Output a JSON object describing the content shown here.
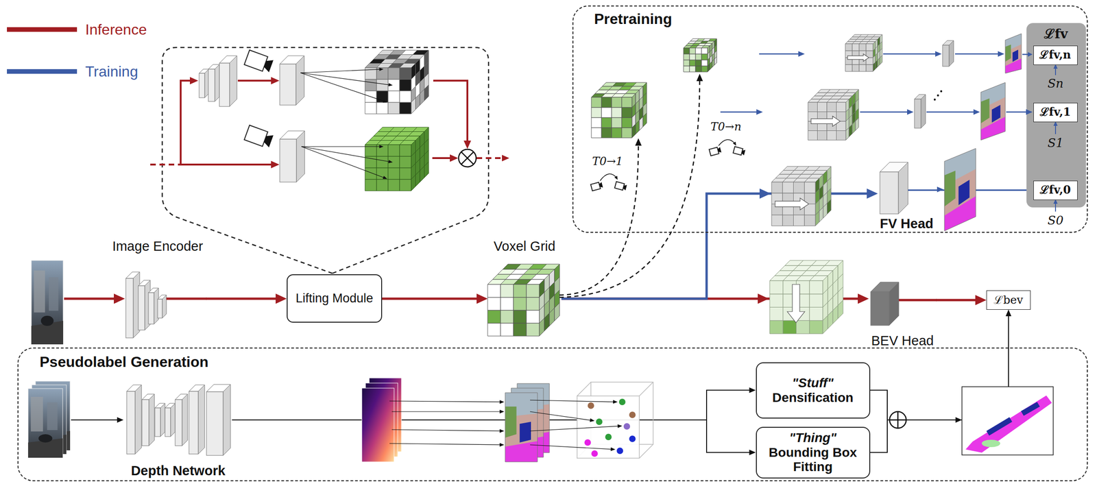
{
  "diagram": {
    "nodes": [
      {
        "text": [
          "Pretraining"
        ]
      },
      {
        "text": [
          "ℒfv"
        ],
        "in": 0
      },
      {
        "text": [
          "ℒfv,n"
        ],
        "in": 1
      },
      {
        "text": [
          "ℒfv,1"
        ],
        "in": 1
      },
      {
        "text": [
          "ℒfv,0"
        ],
        "in": 1
      },
      {
        "text": [
          "FV Head"
        ],
        "in": 0
      },
      {
        "text": [
          "Image Encoder"
        ]
      },
      {
        "text": [
          "Lifting Module"
        ]
      },
      {
        "text": [
          "Voxel Grid"
        ]
      },
      {
        "text": [
          "BEV Head"
        ]
      },
      {
        "text": [
          "ℒbev"
        ]
      },
      {
        "text": [
          "Pseudolabel Generation"
        ]
      },
      {
        "text": [
          "Depth Network"
        ],
        "in": 11
      },
      {
        "text": [
          "\"Stuff\"",
          "Densification"
        ],
        "in": 11
      },
      {
        "text": [
          "\"Thing\"",
          "Bounding Box Fitting"
        ],
        "in": 11
      }
    ],
    "edges": [
      {
        "from": 6,
        "to": 7,
        "arrow": "to"
      },
      {
        "from": 7,
        "to": 8,
        "arrow": "to"
      },
      {
        "from": 8,
        "to": 9,
        "arrow": "to"
      },
      {
        "from": 8,
        "to": 5,
        "arrow": "to"
      },
      {
        "from": 5,
        "to": 4,
        "arrow": "to"
      },
      {
        "from": 9,
        "to": 10,
        "arrow": "to"
      },
      {
        "from": 12,
        "to": 13,
        "arrow": "to"
      },
      {
        "from": 12,
        "to": 14,
        "arrow": "to"
      },
      {
        "from": 13,
        "to": 10,
        "arrow": "to"
      },
      {
        "from": 14,
        "to": 10,
        "arrow": "to"
      }
    ],
    "labels": [
      "Sn",
      "S1",
      "S0",
      "T0→1",
      "T0→n"
    ],
    "legend": [
      {
        "text": "Inference"
      },
      {
        "text": "Training"
      }
    ]
  }
}
